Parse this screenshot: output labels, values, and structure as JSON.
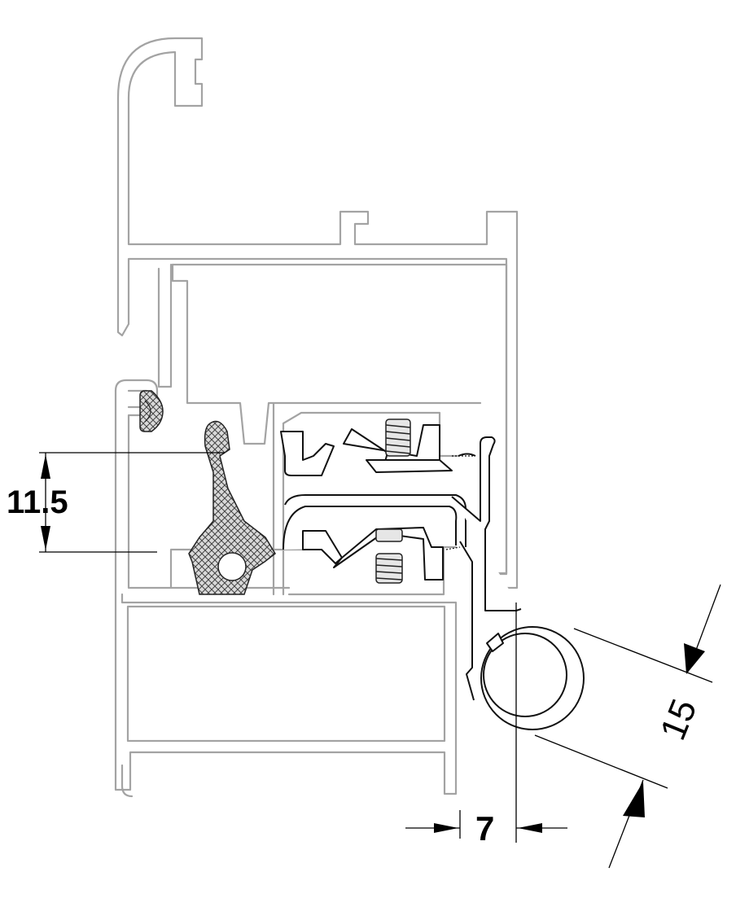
{
  "dimensions": {
    "gasket_offset": "11.5",
    "tube_diameter": "15",
    "tube_projection": "7"
  }
}
